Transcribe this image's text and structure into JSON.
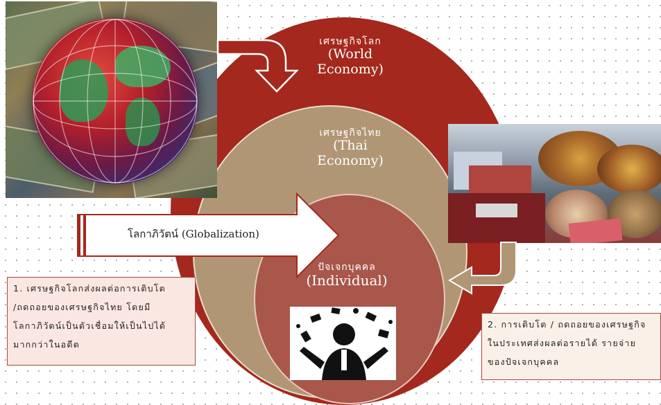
{
  "levels": {
    "world": {
      "thai": "เศรษฐกิจโลก",
      "english_line1": "(World",
      "english_line2": "Economy)"
    },
    "thai": {
      "thai": "เศรษฐกิจไทย",
      "english_line1": "(Thai",
      "english_line2": "Economy)"
    },
    "individual": {
      "thai": "ปัจเจกบุคคล",
      "english": "(Individual)"
    }
  },
  "globalization_arrow": {
    "label": "โลกาภิวัตน์ (Globalization)"
  },
  "callouts": [
    {
      "lines": [
        "1. เศรษฐกิจโลกส่งผลต่อการเติบโต",
        "/ถดถอยของเศรษฐกิจไทย โดยมี",
        "โลกาภิวัตน์เป็นตัวเชื่อมให้เป็นไปได้",
        "มากกว่าในอดีต"
      ]
    },
    {
      "lines": [
        "2. การเติบโต / ถดถอยของเศรษฐกิจ",
        "ในประเทศส่งผลต่อรายได้ รายจ่าย",
        "ของปัจเจกบุคคล"
      ]
    }
  ],
  "images": {
    "globe_photo": "globe-with-banknotes",
    "market_photo": "port-and-market-collage",
    "person_photo": "person-juggling-money-icon"
  },
  "colors": {
    "world_ring": "#a4281d",
    "thai_ring": "#b09675",
    "individual_ring": "#a8574a",
    "callout_border": "#a6473f",
    "arrow_fill": "#ffffff"
  }
}
